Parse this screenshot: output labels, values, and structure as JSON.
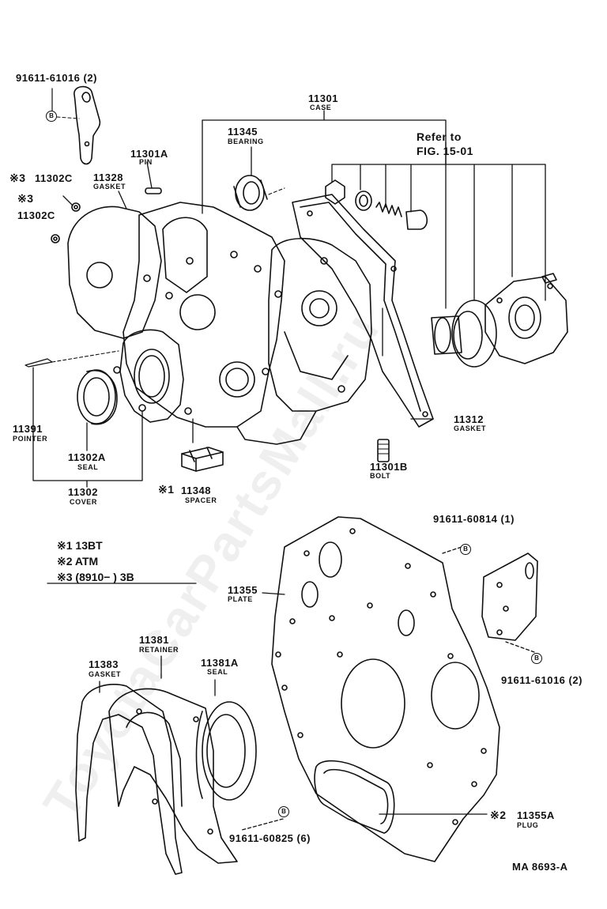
{
  "watermark": "ToyotaCarPartsMall.ru",
  "bolt_marker": "B",
  "note_ref": "MA 8693-A",
  "legend": [
    {
      "mark": "※1",
      "text": "13BT"
    },
    {
      "mark": "※2",
      "text": "ATM"
    },
    {
      "mark": "※3",
      "text": "(8910−      ) 3B"
    }
  ],
  "parts": {
    "bolt_top_left": {
      "number": "91611-61016 (2)"
    },
    "case": {
      "number": "11301",
      "name": "CASE"
    },
    "bearing": {
      "number": "11345",
      "name": "BEARING"
    },
    "pin": {
      "number": "11301A",
      "name": "PIN"
    },
    "refer": {
      "line1": "Refer to",
      "line2": "FIG. 15-01"
    },
    "gasket_case": {
      "number": "11328",
      "name": "GASKET"
    },
    "washer_a": {
      "mark": "※3",
      "number": "11302C"
    },
    "washer_b_mark": "※3",
    "washer_b": {
      "number": "11302C"
    },
    "pointer": {
      "number": "11391",
      "name": "POINTER"
    },
    "seal": {
      "number": "11302A",
      "name": "SEAL"
    },
    "cover": {
      "number": "11302",
      "name": "COVER"
    },
    "spacer": {
      "mark": "※1",
      "number": "11348",
      "name": "SPACER"
    },
    "gasket_plate": {
      "number": "11312",
      "name": "GASKET"
    },
    "bolt_stud": {
      "number": "11301B",
      "name": "BOLT"
    },
    "bolt_plate_top": {
      "number": "91611-60814 (1)"
    },
    "plate": {
      "number": "11355",
      "name": "PLATE"
    },
    "retainer": {
      "number": "11381",
      "name": "RETAINER"
    },
    "gasket_retainer": {
      "number": "11383",
      "name": "GASKET"
    },
    "seal_retainer": {
      "number": "11381A",
      "name": "SEAL"
    },
    "bolt_bracket": {
      "number": "91611-61016 (2)"
    },
    "bolt_retainer": {
      "number": "91611-60825 (6)"
    },
    "plug": {
      "mark": "※2",
      "number": "11355A",
      "name": "PLUG"
    }
  }
}
